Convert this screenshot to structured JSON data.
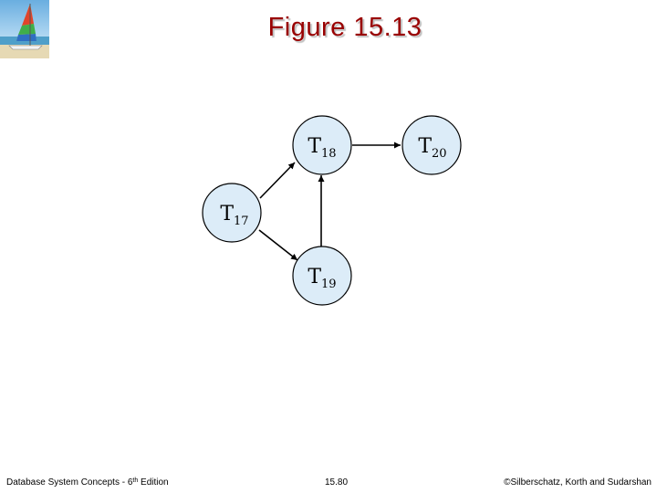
{
  "slide": {
    "title": "Figure 15.13"
  },
  "graph": {
    "nodes": [
      {
        "id": "T18",
        "letter": "T",
        "sub": "18"
      },
      {
        "id": "T20",
        "letter": "T",
        "sub": "20"
      },
      {
        "id": "T17",
        "letter": "T",
        "sub": "17"
      },
      {
        "id": "T19",
        "letter": "T",
        "sub": "19"
      }
    ],
    "edges": [
      {
        "from": "T17",
        "to": "T18"
      },
      {
        "from": "T17",
        "to": "T19"
      },
      {
        "from": "T19",
        "to": "T18"
      },
      {
        "from": "T18",
        "to": "T20"
      }
    ]
  },
  "footer": {
    "left_prefix": "Database System Concepts - 6",
    "left_sup": "th",
    "left_suffix": " Edition",
    "center": "15.80",
    "right": "©Silberschatz, Korth and Sudarshan"
  },
  "colors": {
    "title": "#990000",
    "node_fill": "#dcecf8"
  }
}
